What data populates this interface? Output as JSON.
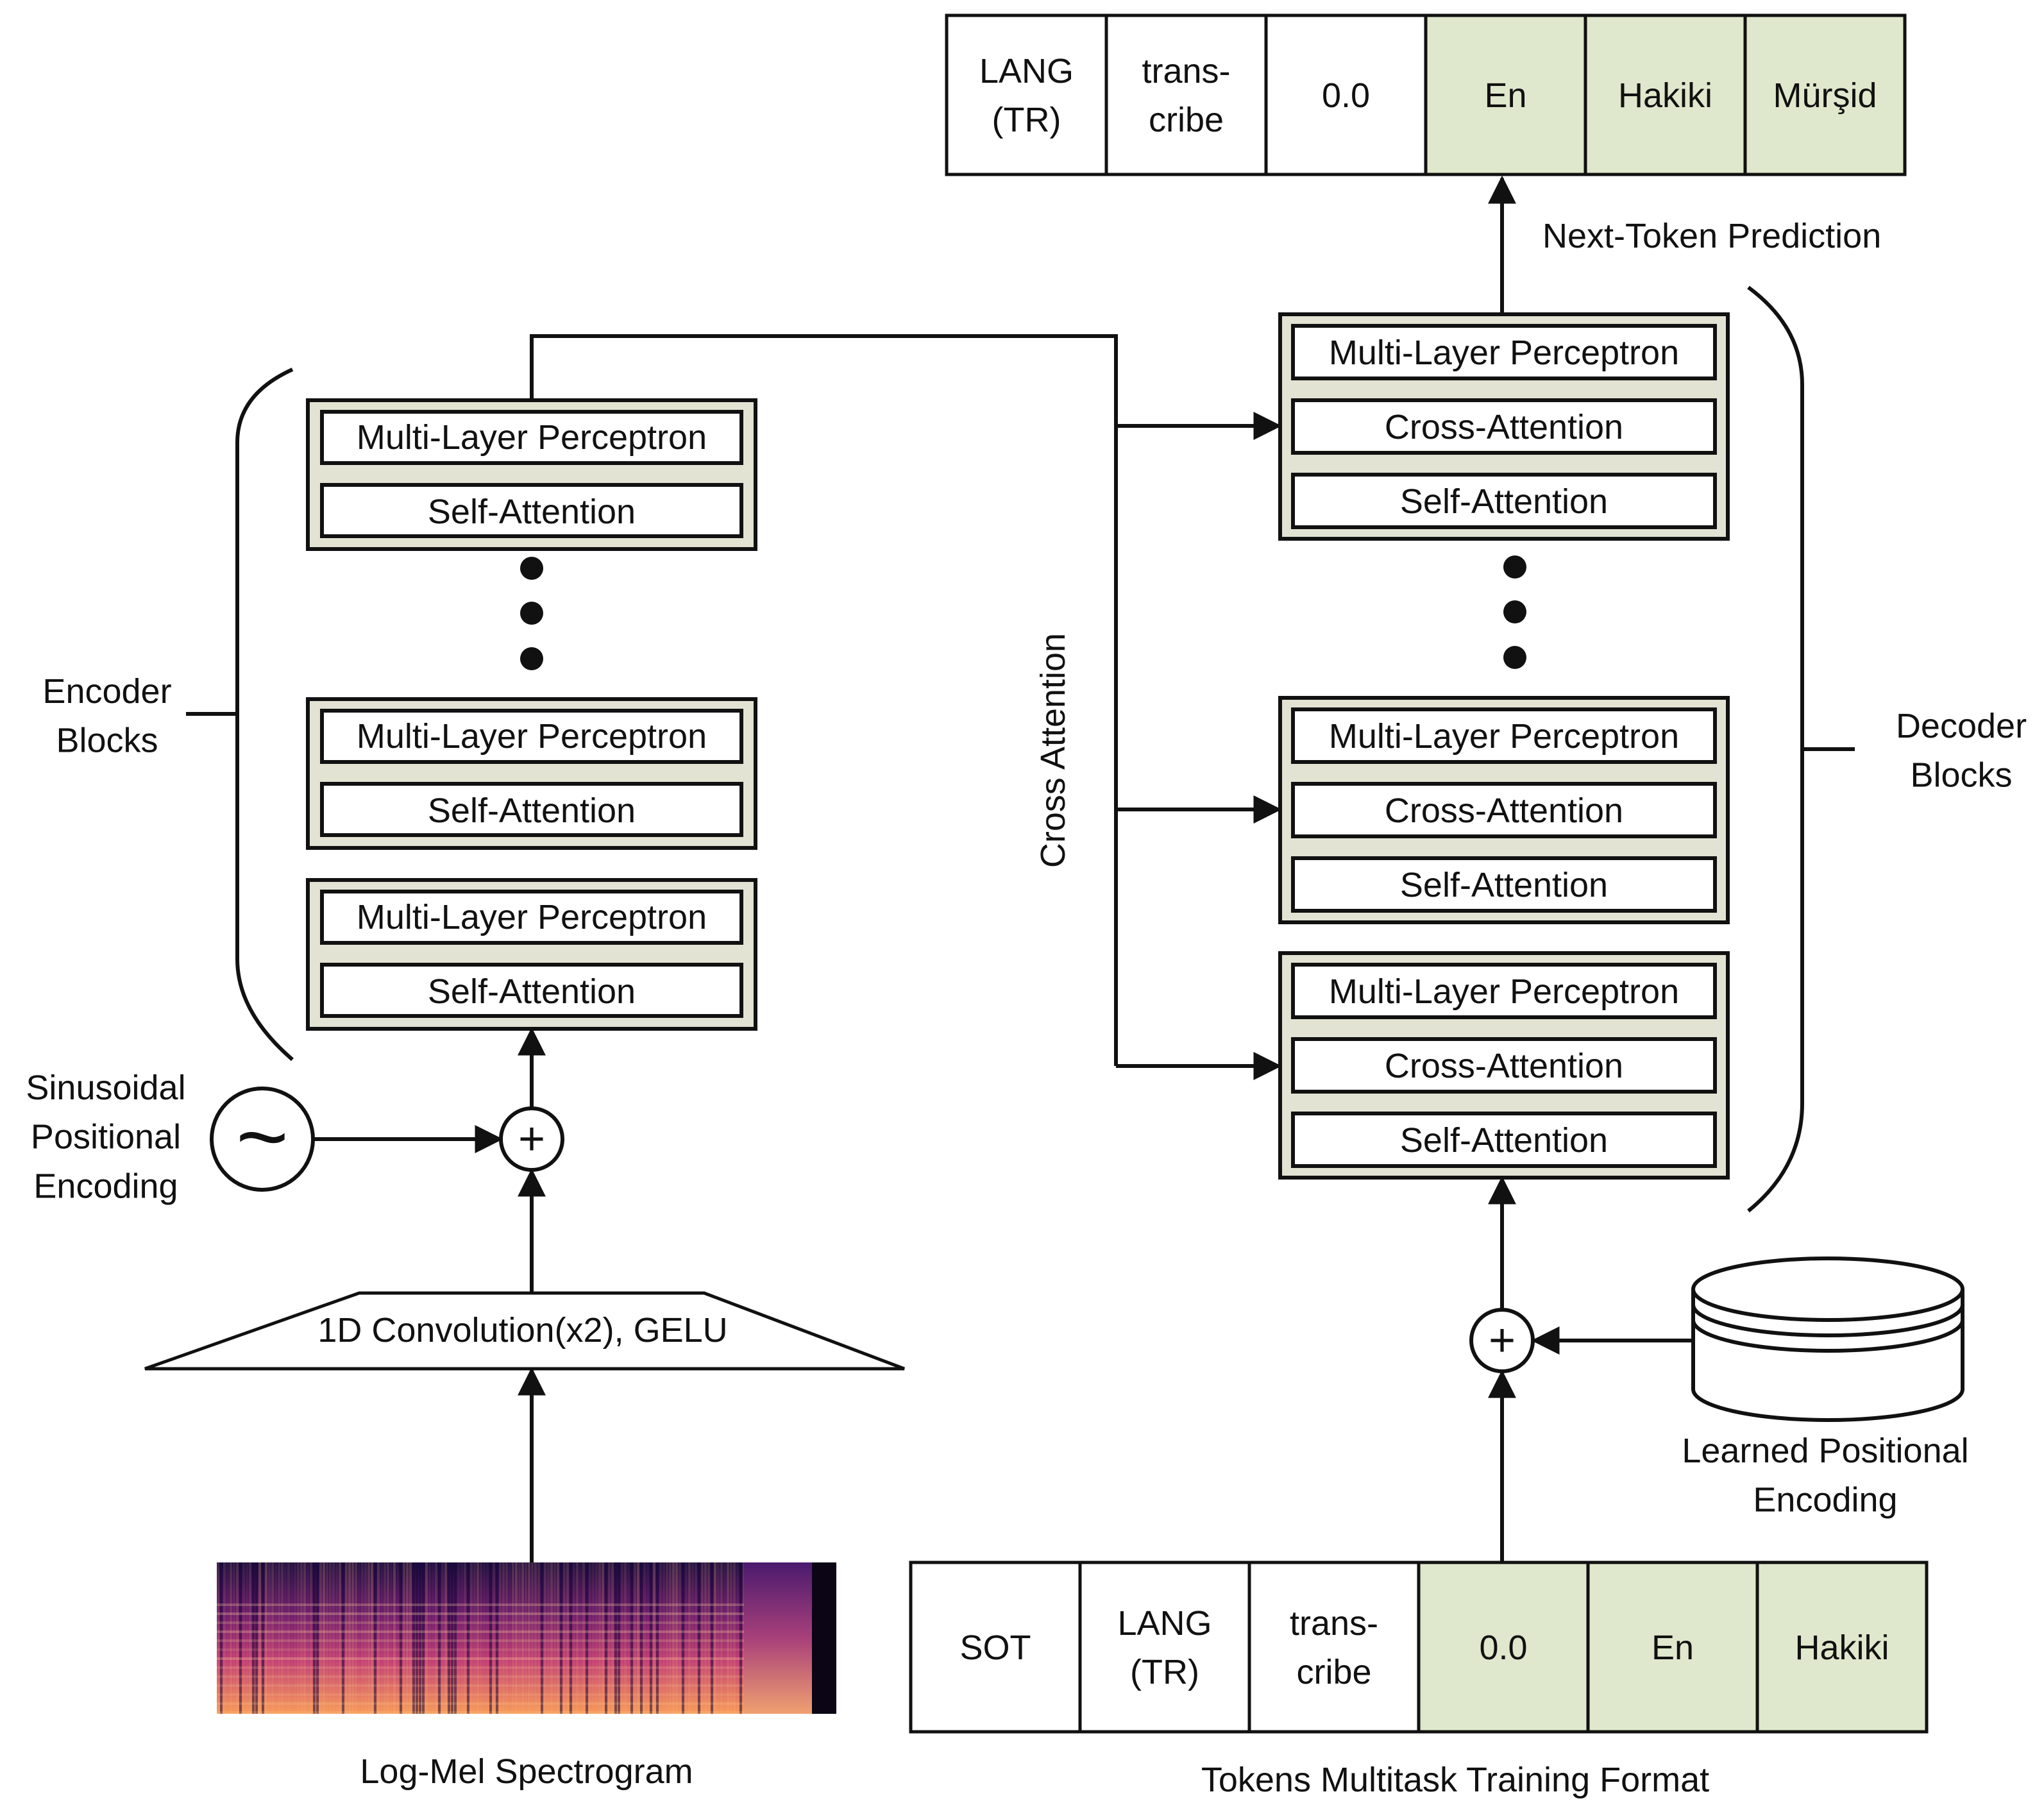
{
  "output_tokens": [
    {
      "text": "LANG\n(TR)",
      "highlight": false
    },
    {
      "text": "trans-\ncribe",
      "highlight": false
    },
    {
      "text": "0.0",
      "highlight": false
    },
    {
      "text": "En",
      "highlight": true
    },
    {
      "text": "Hakiki",
      "highlight": true
    },
    {
      "text": "Mürşid",
      "highlight": true
    }
  ],
  "input_tokens": [
    {
      "text": "SOT",
      "highlight": false
    },
    {
      "text": "LANG\n(TR)",
      "highlight": false
    },
    {
      "text": "trans-\ncribe",
      "highlight": false
    },
    {
      "text": "0.0",
      "highlight": true
    },
    {
      "text": "En",
      "highlight": true
    },
    {
      "text": "Hakiki",
      "highlight": true
    }
  ],
  "labels": {
    "next_token": "Next-Token Prediction",
    "encoder_blocks": "Encoder\nBlocks",
    "decoder_blocks": "Decoder\nBlocks",
    "cross_attention": "Cross Attention",
    "sinusoidal": "Sinusoidal\nPositional\nEncoding",
    "learned": "Learned Positional\nEncoding",
    "conv": "1D Convolution(x2), GELU",
    "spectrogram": "Log-Mel Spectrogram",
    "tokens_format": "Tokens Multitask Training Format",
    "plus": "+",
    "tilde": "~"
  },
  "layer_names": {
    "mlp": "Multi-Layer Perceptron",
    "self_attn": "Self-Attention",
    "cross_attn": "Cross-Attention"
  },
  "colors": {
    "highlight": "#dfe8cc",
    "block": "#e2e3d3"
  }
}
